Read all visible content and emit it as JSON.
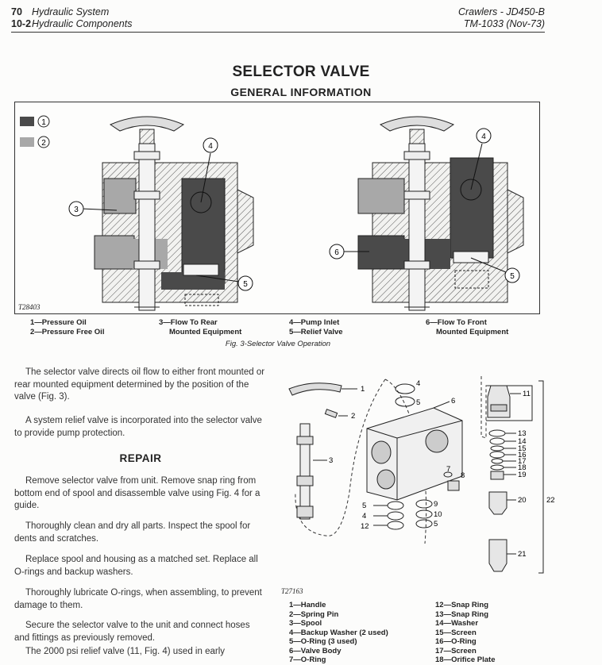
{
  "header": {
    "page_num": "70",
    "section_title": "Hydraulic System",
    "sub_num": "10-2",
    "sub_title": "Hydraulic Components",
    "product": "Crawlers - JD450-B",
    "manual": "TM-1033   (Nov-73)"
  },
  "title": "SELECTOR VALVE",
  "subtitle": "GENERAL INFORMATION",
  "figure3": {
    "code": "T28403",
    "swatch_1": "1",
    "swatch_2": "2",
    "callouts": {
      "c3": "3",
      "c4a": "4",
      "c5a": "5",
      "c4b": "4",
      "c5b": "5",
      "c6": "6"
    },
    "legend_col1": [
      "1—Pressure Oil",
      "2—Pressure Free Oil"
    ],
    "legend_col2": [
      "3—Flow To Rear",
      "Mounted Equipment"
    ],
    "legend_col3": [
      "4—Pump Inlet",
      "5—Relief Valve"
    ],
    "legend_col4": [
      "6—Flow To Front",
      "Mounted Equipment"
    ],
    "caption": "Fig. 3-Selector Valve Operation",
    "colors": {
      "pressure": "#4a4a4a",
      "free": "#a8a8a8"
    }
  },
  "paragraphs": {
    "p1": "The selector valve directs oil flow to either front mounted or rear mounted equipment determined by the position of the valve (Fig. 3).",
    "p2": "A system relief valve is incorporated into the selector valve to provide pump protection.",
    "repair": "REPAIR",
    "p3": "Remove selector valve from unit. Remove snap ring from bottom end of spool and disassemble valve using Fig. 4 for a guide.",
    "p4": "Thoroughly clean and dry all parts. Inspect the spool for dents and scratches.",
    "p5": "Replace spool and housing as a matched set. Replace all O-rings and backup washers.",
    "p6": "Thoroughly lubricate O-rings, when assembling, to prevent damage to them.",
    "p7": "Secure the selector valve to the unit and connect hoses and fittings as previously removed.",
    "p8": "The 2000 psi relief valve (11, Fig. 4) used in early"
  },
  "figure4": {
    "code": "T27163",
    "labels": [
      "1",
      "2",
      "3",
      "4",
      "5",
      "6",
      "7",
      "8",
      "9",
      "10",
      "5",
      "12",
      "4",
      "5",
      "11",
      "13",
      "14",
      "15",
      "16",
      "17",
      "18",
      "19",
      "20",
      "21",
      "22"
    ],
    "legend_left": [
      "1—Handle",
      "2—Spring Pin",
      "3—Spool",
      "4—Backup Washer (2 used)",
      "5—O-Ring (3 used)",
      "6—Valve Body",
      "7—O-Ring"
    ],
    "legend_right": [
      "12—Snap Ring",
      "13—Snap Ring",
      "14—Washer",
      "15—Screen",
      "16—O-Ring",
      "17—Screen",
      "18—Orifice Plate"
    ]
  }
}
